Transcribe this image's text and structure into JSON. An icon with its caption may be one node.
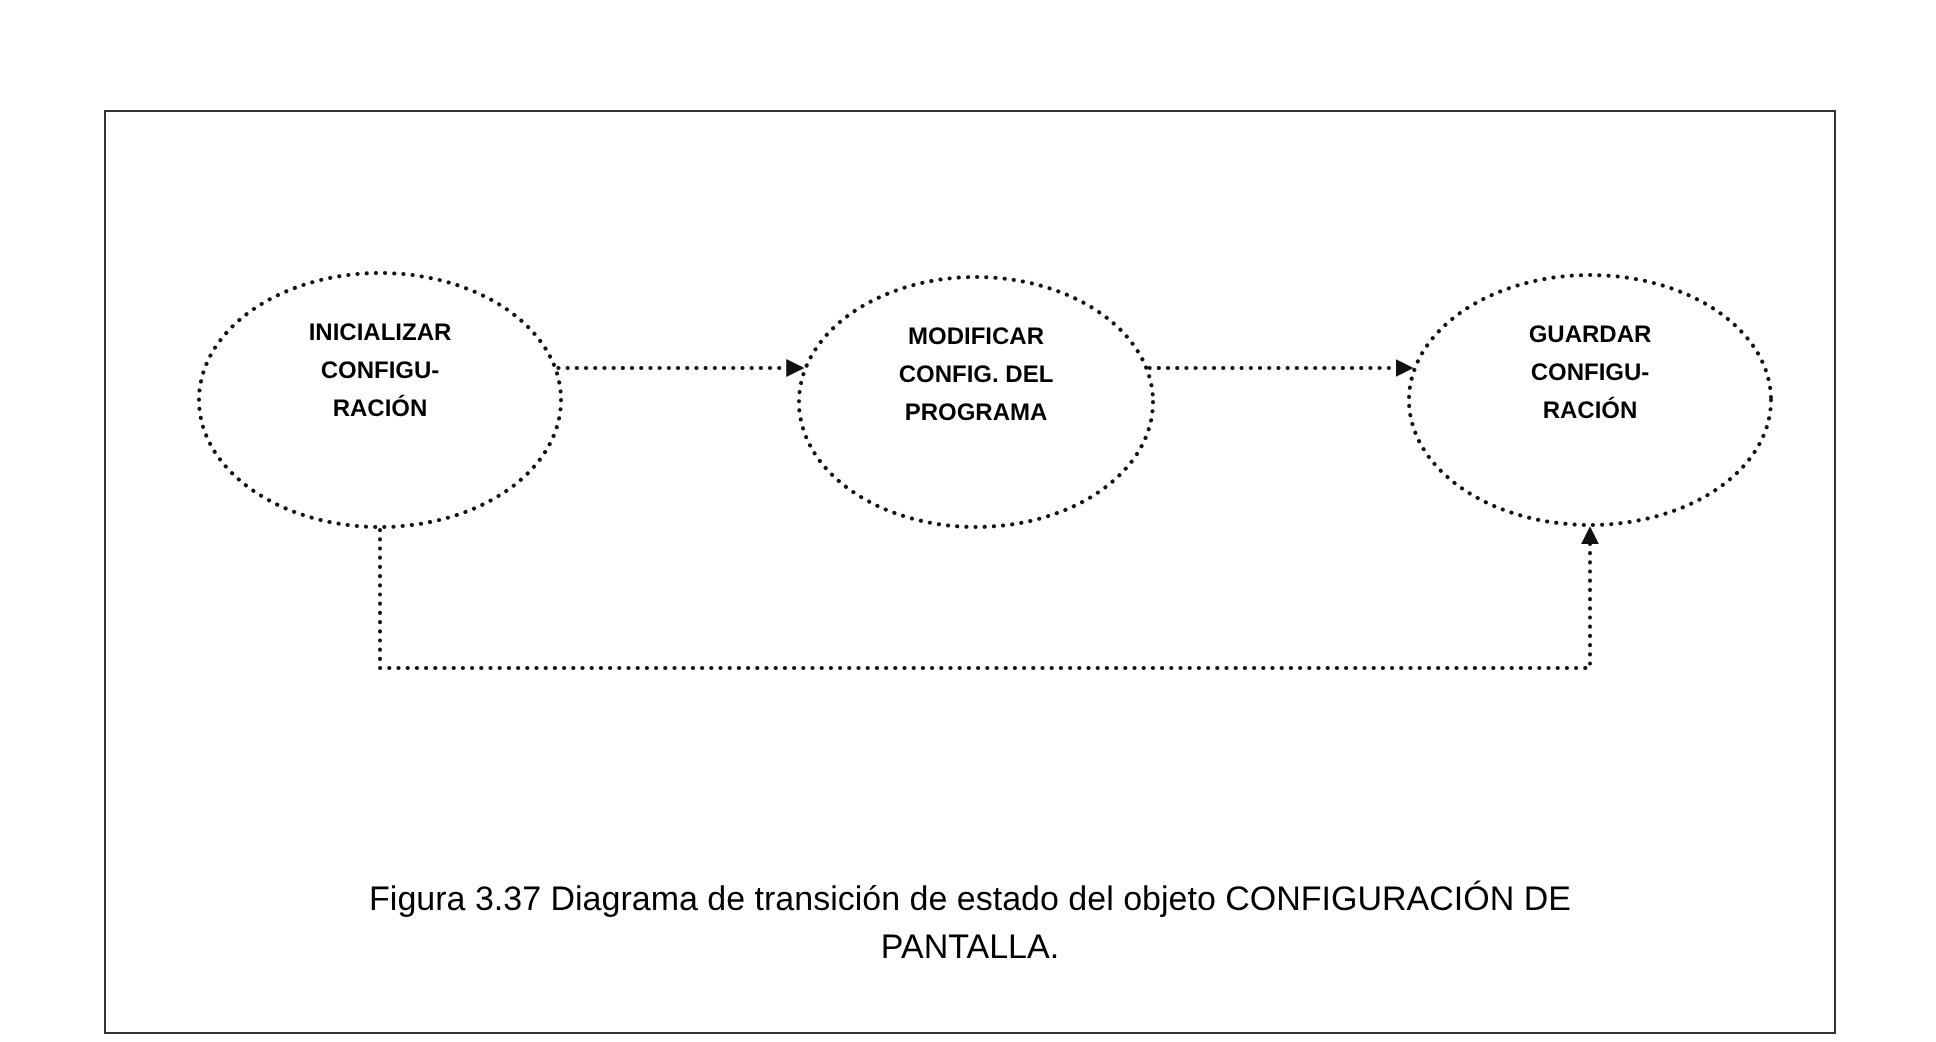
{
  "diagram": {
    "caption": "Figura 3.37 Diagrama de transición de estado del objeto CONFIGURACIÓN DE PANTALLA.",
    "nodes": [
      {
        "text": [
          "INICIALIZAR CONFIGU- RACIÓN"
        ]
      },
      {
        "text": [
          "MODIFICAR CONFIG. DEL PROGRAMA"
        ]
      },
      {
        "text": [
          "GUARDAR CONFIGU- RACIÓN"
        ]
      }
    ],
    "edges": [
      {
        "from": 0,
        "to": 1,
        "arrow": "to"
      },
      {
        "from": 1,
        "to": 2,
        "arrow": "to"
      },
      {
        "from": 0,
        "to": 2,
        "arrow": "to"
      }
    ]
  }
}
